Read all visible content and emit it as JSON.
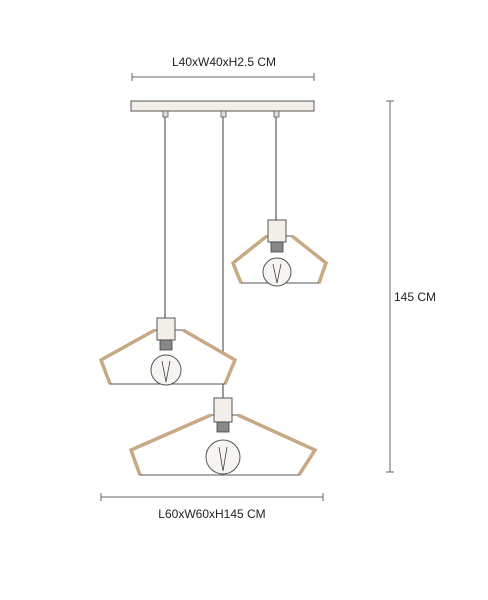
{
  "dimensions": {
    "canopy": "L40xW40xH2.5 CM",
    "height": "145 CM",
    "overall": "L60xW60xH145 CM"
  },
  "colors": {
    "line": "#555555",
    "dim_line": "#666666",
    "wood": "#c9a985",
    "canopy_fill": "#f3eee8",
    "bulb": "#f7f5f2"
  }
}
